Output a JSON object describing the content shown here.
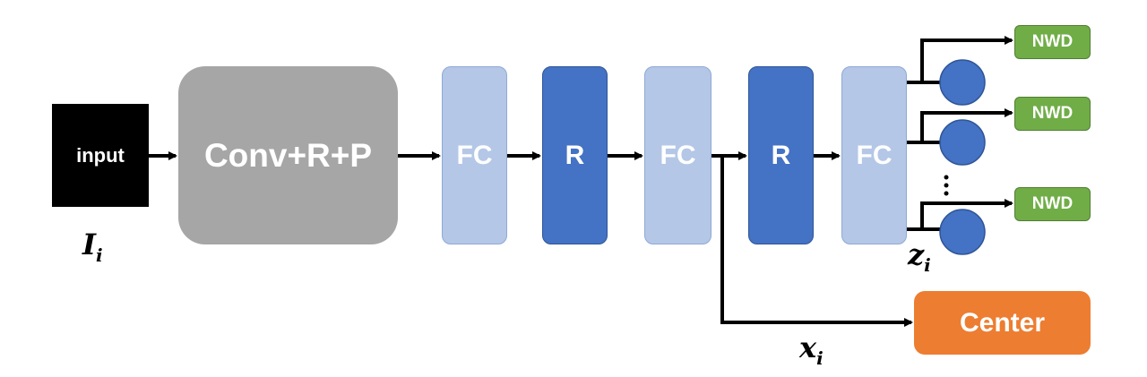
{
  "blocks": {
    "input": "input",
    "conv": "Conv+R+P",
    "fc1": "FC",
    "r1": "R",
    "fc2": "FC",
    "r2": "R",
    "fc3": "FC"
  },
  "heads": {
    "nwd": [
      "NWD",
      "NWD",
      "NWD"
    ],
    "ellipsis": "⋮"
  },
  "center": "Center",
  "labels": {
    "input_var": "I",
    "input_sub": "i",
    "z_var": "z",
    "z_sub": "i",
    "x_var": "x",
    "x_sub": "i"
  },
  "colors": {
    "input": "#000000",
    "conv": "#a6a6a6",
    "fc": "#b4c7e7",
    "relu": "#4472c4",
    "nwd": "#70ad47",
    "center": "#ed7d31",
    "circle": "#4472c4"
  }
}
